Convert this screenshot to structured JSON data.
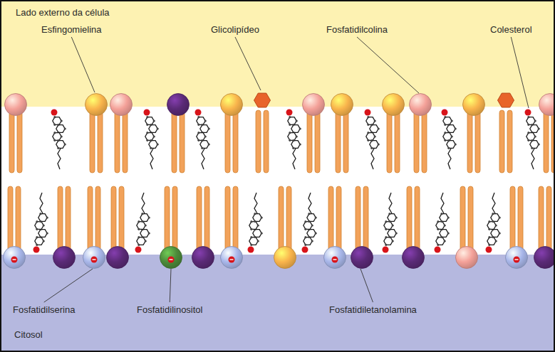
{
  "diagram": {
    "nodes": [
      {
        "text": [
          "Lado externo da célula"
        ]
      },
      {
        "text": [
          "Citosol"
        ]
      }
    ],
    "labels": [
      "Esfingomielina",
      "Glicolipídeo",
      "Fosfatidilcolina",
      "Colesterol",
      "Fosfatidilserina",
      "Fosfatidilinositol",
      "Fosfatidiletanolamina"
    ]
  }
}
